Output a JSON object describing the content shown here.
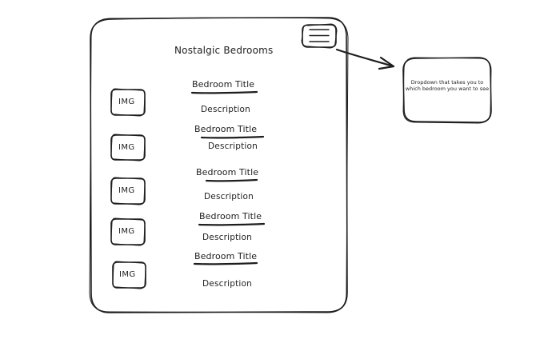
{
  "page": {
    "title": "Nostalgic Bedrooms"
  },
  "menu": {
    "icon": "hamburger-menu-icon"
  },
  "bedrooms": [
    {
      "image_label": "IMG",
      "title": "Bedroom Title",
      "description": "Description"
    },
    {
      "image_label": "IMG",
      "title": "Bedroom Title",
      "description": "Description"
    },
    {
      "image_label": "IMG",
      "title": "Bedroom Title",
      "description": "Description"
    },
    {
      "image_label": "IMG",
      "title": "Bedroom Title",
      "description": "Description"
    },
    {
      "image_label": "IMG",
      "title": "Bedroom Title",
      "description": "Description"
    }
  ],
  "annotation": {
    "note": "Dropdown that takes you to which bedroom you want to see"
  },
  "colors": {
    "stroke": "#1e1e1e",
    "background": "#ffffff"
  }
}
